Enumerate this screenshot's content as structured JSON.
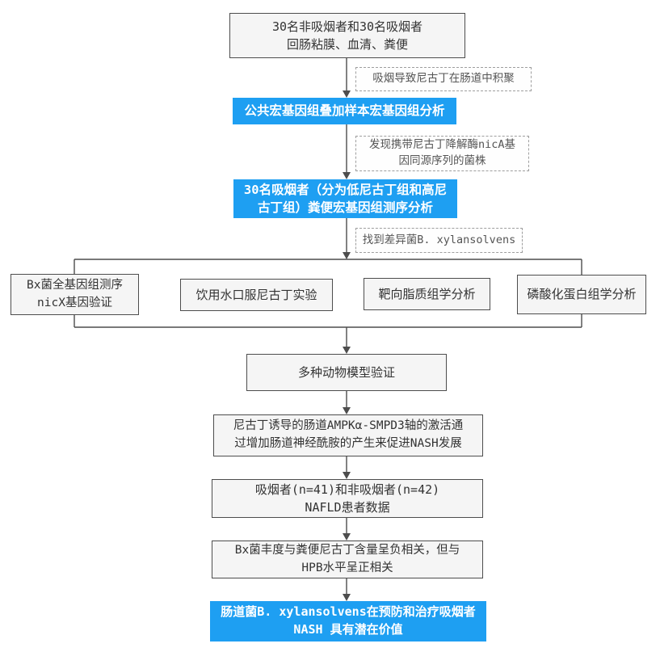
{
  "flowchart": {
    "nodes": {
      "samples": "30名非吸烟者和30名吸烟者\n回肠粘膜、血清、粪便",
      "note_accumulation": "吸烟导致尼古丁在肠道中积聚",
      "public_metagenome": "公共宏基因组叠加样本宏基因组分析",
      "note_nica": "发现携带尼古丁降解酶nicA基\n因同源序列的菌株",
      "smoker_sequencing": "30名吸烟者（分为低尼古丁组和高尼\n古丁组）粪便宏基因组测序分析",
      "note_differential": "找到差异菌B. xylansolvens",
      "bx_genome": "Bx菌全基因组测序\nnicX基因验证",
      "oral_nicotine": "饮用水口服尼古丁实验",
      "lipidomics": "靶向脂质组学分析",
      "phosphoproteomics": "磷酸化蛋白组学分析",
      "animal_models": "多种动物模型验证",
      "mechanism": "尼古丁诱导的肠道AMPKα-SMPD3轴的激活通\n过增加肠道神经酰胺的产生来促进NASH发展",
      "nafld_data": "吸烟者(n=41)和非吸烟者(n=42)\nNAFLD患者数据",
      "correlation": "Bx菌丰度与粪便尼古丁含量呈负相关，但与\nHPB水平呈正相关",
      "conclusion": "肠道菌B. xylansolvens在预防和治疗吸烟者\nNASH 具有潜在价值"
    },
    "colors": {
      "highlight_blue": "#1E9FF2",
      "box_fill": "#F5F5F5",
      "box_border": "#4D4D4D",
      "note_border": "#9E9E9E",
      "connector": "#4D4D4D"
    }
  }
}
